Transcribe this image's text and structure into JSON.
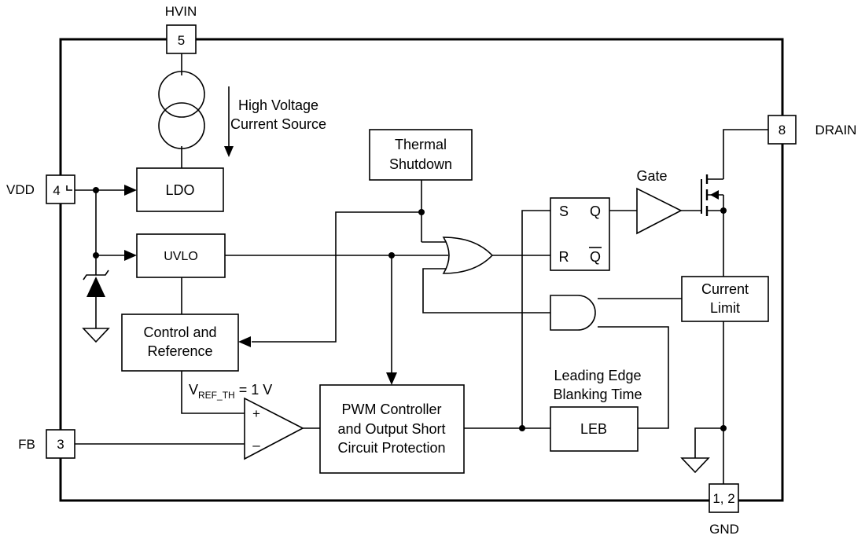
{
  "pins": {
    "hvin": {
      "name": "HVIN",
      "number": "5"
    },
    "vdd": {
      "name": "VDD",
      "number": "4"
    },
    "fb": {
      "name": "FB",
      "number": "3"
    },
    "drain": {
      "name": "DRAIN",
      "number": "8"
    },
    "gnd": {
      "name": "GND",
      "number": "1, 2"
    }
  },
  "labels": {
    "hv_source_line1": "High Voltage",
    "hv_source_line2": "Current Source",
    "gate": "Gate",
    "leb_title_line1": "Leading Edge",
    "leb_title_line2": "Blanking Time",
    "vref_main": "V",
    "vref_sub": "REF_TH",
    "vref_value": " = 1 V"
  },
  "blocks": {
    "ldo": "LDO",
    "uvlo": "UVLO",
    "control_line1": "Control and",
    "control_line2": "Reference",
    "thermal_line1": "Thermal",
    "thermal_line2": "Shutdown",
    "pwm_line1": "PWM Controller",
    "pwm_line2": "and Output Short",
    "pwm_line3": "Circuit Protection",
    "current_limit_line1": "Current",
    "current_limit_line2": "Limit",
    "leb": "LEB"
  },
  "latch": {
    "s": "S",
    "r": "R",
    "q": "Q",
    "qbar": "Q"
  },
  "comparator": {
    "plus": "+",
    "minus": "–"
  }
}
